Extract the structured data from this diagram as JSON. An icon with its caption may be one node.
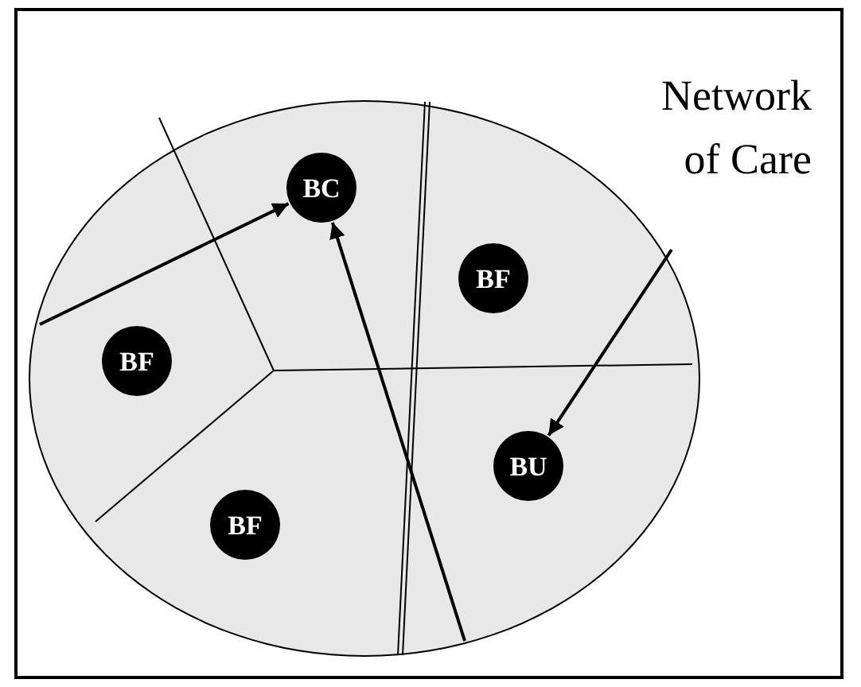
{
  "diagram": {
    "nodes": [
      {
        "text": [],
        "shape": "circle"
      },
      {
        "text": [
          "BC"
        ],
        "in": 0
      },
      {
        "text": [
          "BF"
        ],
        "in": 0
      },
      {
        "text": [
          "BF"
        ],
        "in": 0
      },
      {
        "text": [
          "BU"
        ],
        "in": 0
      },
      {
        "text": [
          "BF"
        ],
        "in": 0
      }
    ],
    "edges": [
      {
        "from": null,
        "to": 1,
        "arrow": "to"
      },
      {
        "from": null,
        "to": 1,
        "arrow": "to"
      },
      {
        "from": null,
        "to": 4,
        "arrow": "to"
      }
    ],
    "title": "Network of Care"
  }
}
